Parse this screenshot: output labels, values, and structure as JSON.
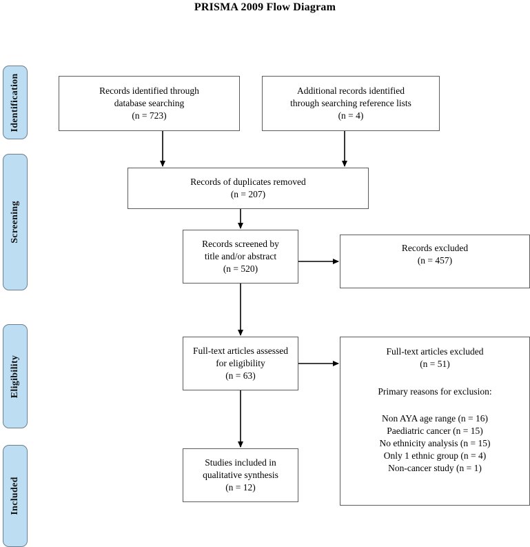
{
  "title": "PRISMA 2009 Flow Diagram",
  "stages": [
    {
      "id": "identification",
      "label": "Identification"
    },
    {
      "id": "screening",
      "label": "Screening"
    },
    {
      "id": "eligibility",
      "label": "Eligibility"
    },
    {
      "id": "included",
      "label": "Included"
    }
  ],
  "boxes": {
    "records_identified": {
      "line1": "Records identified through",
      "line2": "database searching",
      "line3": "(n = 723)"
    },
    "additional_records": {
      "line1": "Additional records identified",
      "line2": "through searching reference lists",
      "line3": "(n = 4)"
    },
    "duplicates_removed": {
      "line1": "Records of duplicates removed",
      "line2": "(n = 207)"
    },
    "records_screened": {
      "line1": "Records screened by",
      "line2": "title and/or abstract",
      "line3": "(n = 520)"
    },
    "records_excluded": {
      "line1": "Records excluded",
      "line2": "(n = 457)"
    },
    "fulltext_assessed": {
      "line1": "Full-text articles assessed",
      "line2": "for eligibility",
      "line3": "(n = 63)"
    },
    "fulltext_excluded": {
      "line1": "Full-text articles excluded",
      "line2": "(n = 51)",
      "reasons_heading": "Primary reasons for exclusion:",
      "reasons": [
        "Non AYA age range (n = 16)",
        "Paediatric cancer (n = 15)",
        "No ethnicity analysis (n = 15)",
        "Only 1 ethnic group  (n = 4)",
        "Non-cancer study (n = 1)"
      ]
    },
    "studies_included": {
      "line1": "Studies included in",
      "line2": "qualitative synthesis",
      "line3": "(n = 12)"
    }
  },
  "chart_data": {
    "type": "diagram",
    "title": "PRISMA 2009 Flow Diagram",
    "nodes": [
      {
        "id": "records_identified",
        "stage": "Identification",
        "label": "Records identified through database searching",
        "n": 723
      },
      {
        "id": "additional_records",
        "stage": "Identification",
        "label": "Additional records identified through searching reference lists",
        "n": 4
      },
      {
        "id": "duplicates_removed",
        "stage": "Identification",
        "label": "Records of duplicates removed",
        "n": 207
      },
      {
        "id": "records_screened",
        "stage": "Screening",
        "label": "Records screened by title and/or abstract",
        "n": 520
      },
      {
        "id": "records_excluded",
        "stage": "Screening",
        "label": "Records excluded",
        "n": 457
      },
      {
        "id": "fulltext_assessed",
        "stage": "Eligibility",
        "label": "Full-text articles assessed for eligibility",
        "n": 63
      },
      {
        "id": "fulltext_excluded",
        "stage": "Eligibility",
        "label": "Full-text articles excluded",
        "n": 51
      },
      {
        "id": "studies_included",
        "stage": "Included",
        "label": "Studies included in qualitative synthesis",
        "n": 12
      }
    ],
    "edges": [
      {
        "from": "records_identified",
        "to": "duplicates_removed"
      },
      {
        "from": "additional_records",
        "to": "duplicates_removed"
      },
      {
        "from": "duplicates_removed",
        "to": "records_screened"
      },
      {
        "from": "records_screened",
        "to": "records_excluded"
      },
      {
        "from": "records_screened",
        "to": "fulltext_assessed"
      },
      {
        "from": "fulltext_assessed",
        "to": "fulltext_excluded"
      },
      {
        "from": "fulltext_assessed",
        "to": "studies_included"
      }
    ],
    "exclusion_reasons": [
      {
        "reason": "Non AYA age range",
        "n": 16
      },
      {
        "reason": "Paediatric cancer",
        "n": 15
      },
      {
        "reason": "No ethnicity analysis",
        "n": 15
      },
      {
        "reason": "Only 1 ethnic group",
        "n": 4
      },
      {
        "reason": "Non-cancer study",
        "n": 1
      }
    ],
    "colors": {
      "stage_pill": "#BDDDF2",
      "box_border": "#5a5a5a",
      "connector": "#000000"
    }
  }
}
